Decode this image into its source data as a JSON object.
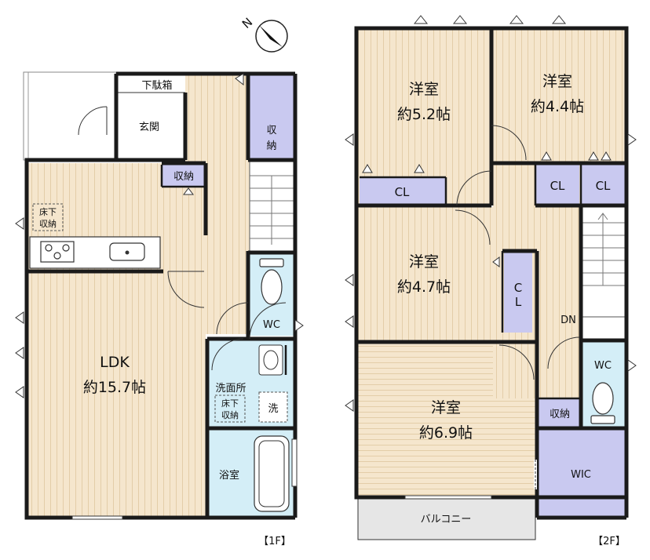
{
  "floor1": {
    "tag": "【1F】",
    "rooms": {
      "ldk_name": "LDK",
      "ldk_size": "約15.7帖",
      "entrance": "玄関",
      "shoe_box": "下駄箱",
      "storage_hall_1": "収",
      "storage_hall_2": "納",
      "storage_ldk": "収納",
      "underfloor_1": "床下",
      "underfloor_2": "収納",
      "wc": "WC",
      "washroom": "洗面所",
      "underfloor_wash_1": "床下",
      "underfloor_wash_2": "収納",
      "washer": "洗",
      "bath": "浴室"
    }
  },
  "floor2": {
    "tag": "【2F】",
    "rooms": {
      "room_a_name": "洋室",
      "room_a_size": "約5.2帖",
      "room_b_name": "洋室",
      "room_b_size": "約4.4帖",
      "room_c_name": "洋室",
      "room_c_size": "約4.7帖",
      "room_d_name": "洋室",
      "room_d_size": "約6.9帖",
      "cl_a": "CL",
      "cl_b1": "CL",
      "cl_b2": "CL",
      "cl_c_1": "C",
      "cl_c_2": "L",
      "dn": "DN",
      "wc": "WC",
      "storage": "収納",
      "wic": "WIC",
      "balcony": "バルコニー"
    }
  },
  "compass": {
    "label": "N"
  },
  "colors": {
    "wood": "#f5e6cd",
    "wood_line": "#e6d2b0",
    "closet": "#c9c9f0",
    "wet": "#d4eef7",
    "balcony": "#e6e6e6",
    "wall": "#1a1a1a"
  }
}
